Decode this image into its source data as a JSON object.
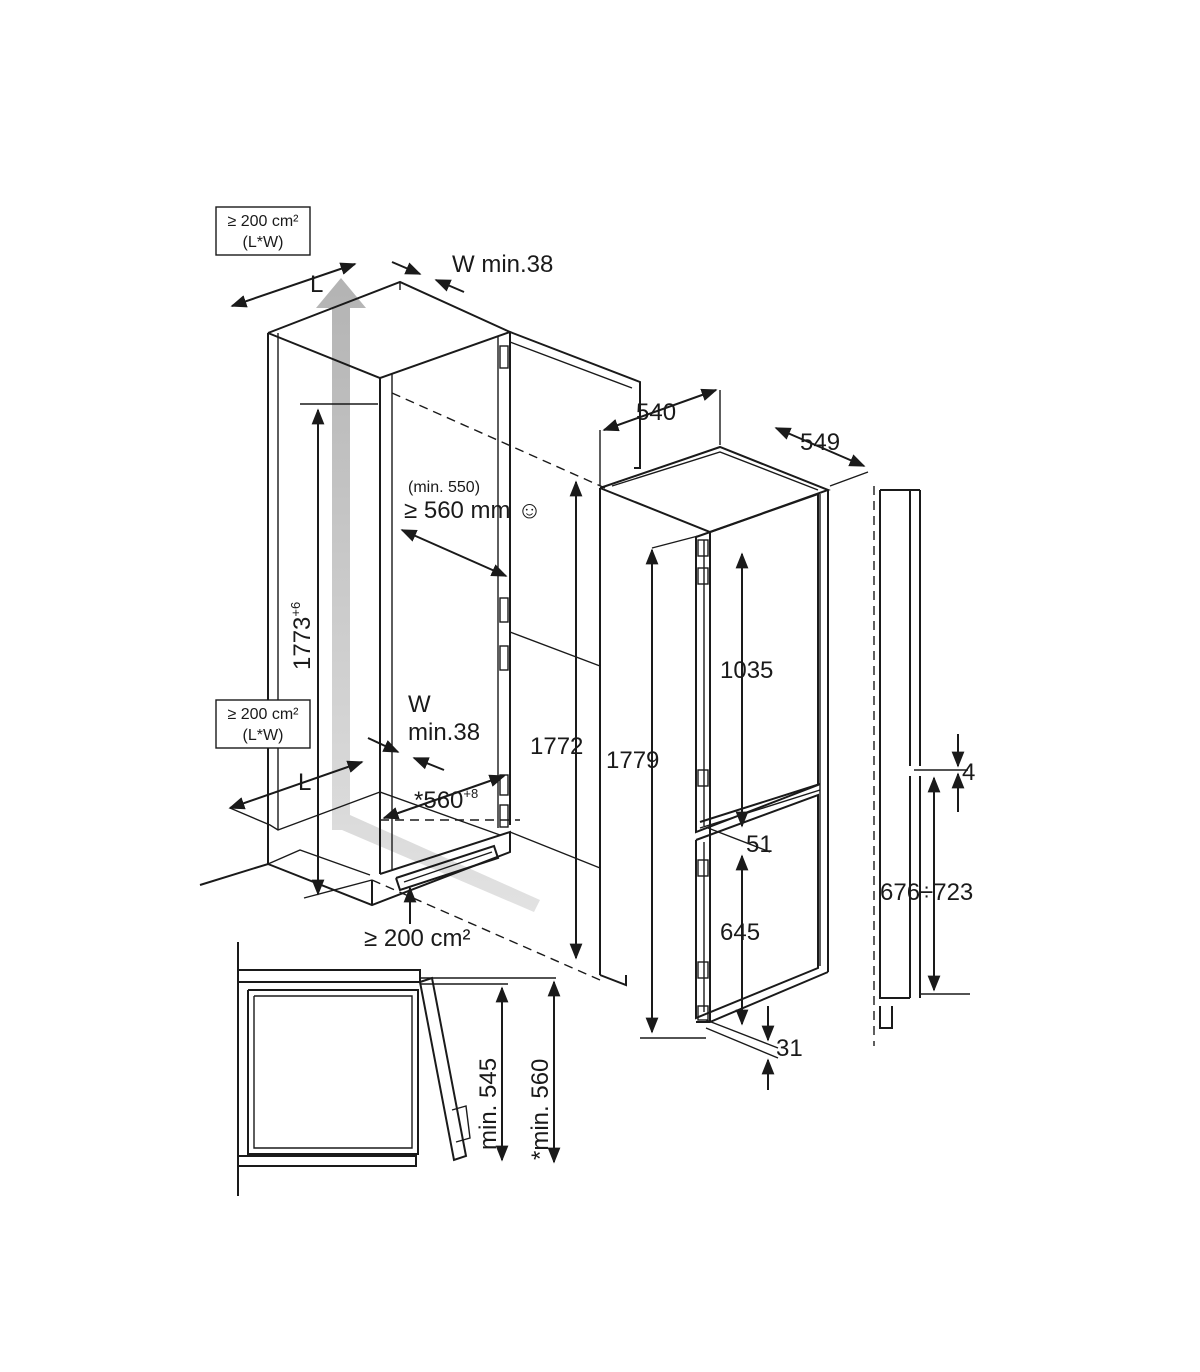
{
  "vent_top": {
    "line1": "≥ 200 cm²",
    "line2": "(L*W)"
  },
  "vent_bottom": {
    "line1": "≥ 200 cm²",
    "line2": "(L*W)"
  },
  "label_L_top": "L",
  "label_L_bottom": "L",
  "label_w_min_top": "W min.38",
  "label_w_bottom": "W",
  "label_min38_bottom": "min.38",
  "label_min550": "(min. 550)",
  "label_560mm": "≥ 560 mm ☺",
  "label_niche_height": "1773",
  "label_niche_height_tol": "+6",
  "label_niche_depth": "*560",
  "label_niche_depth_tol": "+8",
  "label_plinth_vent": "≥ 200 cm²",
  "label_540": "540",
  "label_549": "549",
  "label_1772": "1772",
  "label_1779": "1779",
  "label_1035": "1035",
  "label_51": "51",
  "label_645": "645",
  "label_31": "31",
  "label_4": "4",
  "label_676_723": "676÷723",
  "label_min545": "min. 545",
  "label_min560": "*min. 560"
}
